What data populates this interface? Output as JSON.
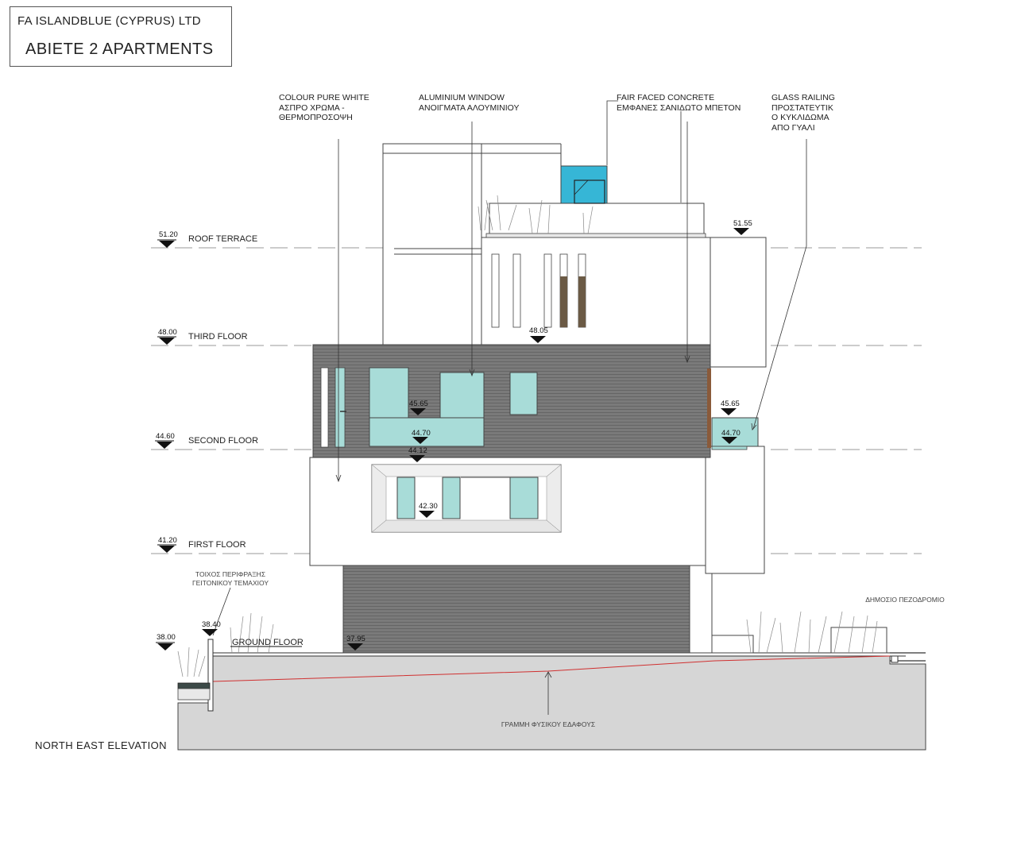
{
  "title_block": {
    "company": "FA ISLANDBLUE (CYPRUS) LTD",
    "project": "ABIETE 2 APARTMENTS"
  },
  "view_title": "NORTH EAST ELEVATION",
  "annotations": {
    "colour": "COLOUR PURE WHITE\nΑΣΠΡΟ ΧΡΩΜΑ -\nΘΕΡΜΟΠΡΟΣΟΨΗ",
    "window": "ALUMINIUM WINDOW\nΑΝΟΙΓΜΑΤΑ ΑΛΟΥΜΙΝΙΟΥ",
    "concrete": "FAIR FACED CONCRETE\nΕΜΦΑΝΕΣ ΣΑΝΙΔΩΤΟ ΜΠΕΤΟΝ",
    "railing": "GLASS RAILING\nΠΡΟΣΤΑΤΕΥΤΙΚ\nΟ ΚΥΚΛΙΔΩΜΑ\nΑΠΟ ΓΥΑΛΙ",
    "boundary_wall": "ΤΟΙΧΟΣ ΠΕΡΙΦΡΑΞΗΣ\nΓΕΙΤΟΝΙΚΟΥ ΤΕΜΑΧΙΟΥ",
    "sidewalk": "ΔΗΜΟΣΙΟ ΠΕΖΟΔΡΟΜΙΟ",
    "natural_ground": "ΓΡΑΜΜΗ ΦΥΣΙΚΟΥ ΕΔΑΦΟΥΣ"
  },
  "levels": {
    "roof_terrace": {
      "label": "ROOF TERRACE",
      "value": "51.20"
    },
    "third_floor": {
      "label": "THIRD FLOOR",
      "value": "48.00"
    },
    "second_floor": {
      "label": "SECOND FLOOR",
      "value": "44.60"
    },
    "first_floor": {
      "label": "FIRST FLOOR",
      "value": "41.20"
    },
    "ground_floor": {
      "label": "GROUND FLOOR",
      "value": "38.00"
    }
  },
  "spot_levels": {
    "roof_right": "51.55",
    "third_mid": "48.05",
    "balcony_top": "45.65",
    "balcony_floor": "44.70",
    "right_balcony_top": "45.65",
    "right_balcony_floor": "44.70",
    "soffit": "44.12",
    "recess": "42.30",
    "wall_top": "38.40",
    "entrance": "37.95"
  },
  "colors": {
    "cladding": "#7a7a7a",
    "glass": "#a8dcd8",
    "glass_door": "#36b6d6",
    "ground": "#d6d6d6",
    "grade_line": "#d03030",
    "bronze": "#6b5a45"
  }
}
